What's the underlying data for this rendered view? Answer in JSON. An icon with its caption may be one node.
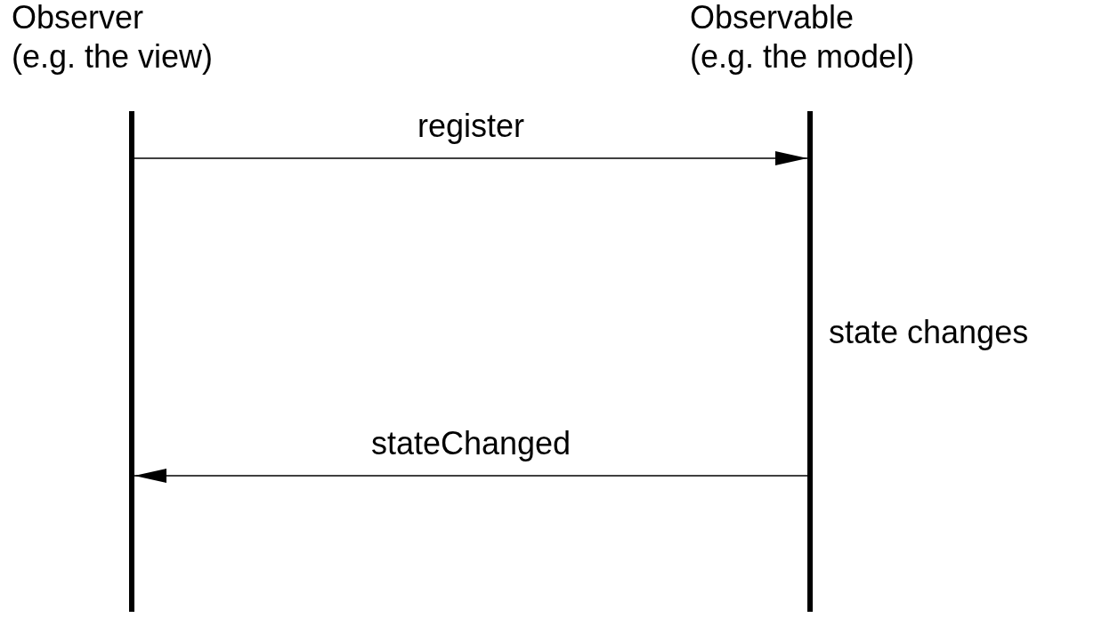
{
  "diagram": {
    "nodes": [
      {
        "text": [
          "Observer",
          "(e.g. the view)"
        ]
      },
      {
        "text": [
          "Observable",
          "(e.g. the model)"
        ],
        "beside": [
          "state changes"
        ]
      }
    ],
    "edges": [
      {
        "from": 0,
        "to": 1,
        "arrow": "to",
        "label": "register"
      },
      {
        "from": 1,
        "to": 0,
        "arrow": "to",
        "label": "stateChanged"
      }
    ]
  }
}
